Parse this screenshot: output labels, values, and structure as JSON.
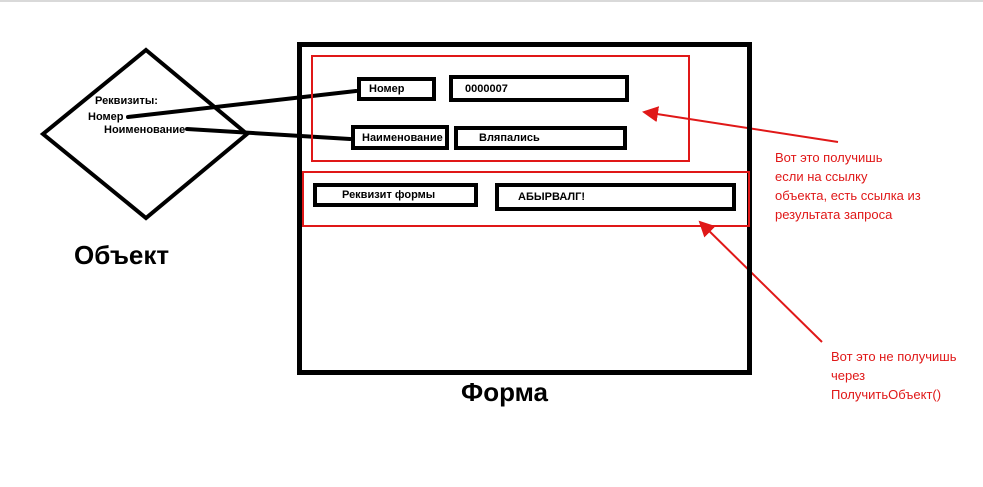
{
  "object": {
    "attributes_label": "Реквизиты:",
    "attr_number": "Номер",
    "attr_name": "Ноименование",
    "title": "Объект"
  },
  "form": {
    "title": "Форма",
    "number_label": "Номер",
    "number_value": "0000007",
    "name_label": "Наименование",
    "name_value": "Вляпались",
    "attr_form_label": "Реквизит формы",
    "attr_form_value": "АБЫРВАЛГ!"
  },
  "notes": {
    "top": [
      "Вот это получишь",
      "если на ссылку",
      "объекта, есть ссылка из",
      "результата запроса"
    ],
    "bottom": [
      "Вот это не получишь",
      "через",
      "ПолучитьОбъект()"
    ]
  },
  "colors": {
    "annotation": "#e01818",
    "outline": "#000000"
  }
}
